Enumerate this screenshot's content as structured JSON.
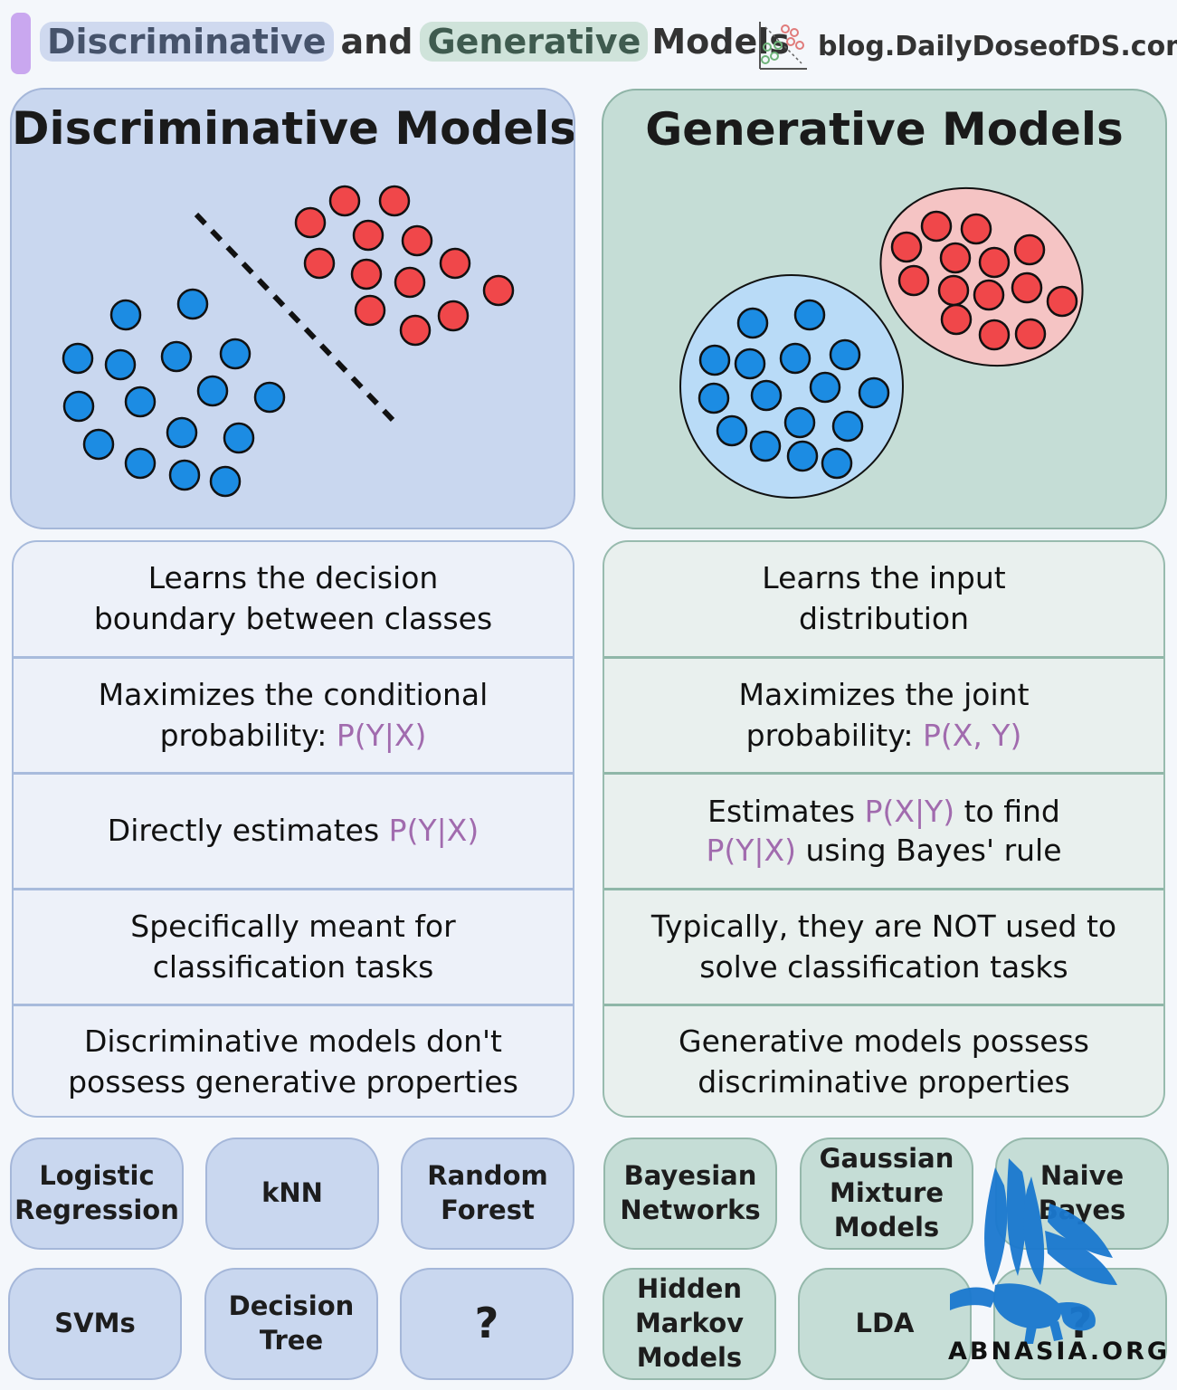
{
  "header": {
    "title_word1": "Discriminative",
    "title_and": "and",
    "title_word2": "Generative",
    "title_models": "Models",
    "blog_url": "blog.DailyDoseofDS.com"
  },
  "panels": {
    "discriminative_title": "Discriminative Models",
    "generative_title": "Generative Models"
  },
  "colors": {
    "class_blue": "#1c8ce3",
    "class_red": "#f0474a",
    "disc_panel": "#c9d7ef",
    "gen_panel": "#c5ddd6",
    "probability_text": "#a16bae"
  },
  "discriminative_rows": [
    {
      "text": "Learns the decision boundary between classes"
    },
    {
      "pre": "Maximizes the conditional probability: ",
      "prob": "P(Y|X)"
    },
    {
      "pre": "Directly estimates ",
      "prob": "P(Y|X)"
    },
    {
      "text": "Specifically meant for classification tasks"
    },
    {
      "text": "Discriminative models don't possess generative properties"
    }
  ],
  "generative_rows": [
    {
      "text": "Learns the input distribution"
    },
    {
      "pre": "Maximizes the joint probability: ",
      "prob": "P(X, Y)"
    },
    {
      "pre": "Estimates ",
      "prob": "P(X|Y)",
      "mid": " to find ",
      "prob2": "P(Y|X)",
      "post": " using Bayes' rule"
    },
    {
      "text": "Typically, they are NOT used to solve classification tasks"
    },
    {
      "text": "Generative models possess discriminative properties"
    }
  ],
  "discriminative_examples": [
    "Logistic Regression",
    "kNN",
    "Random Forest",
    "SVMs",
    "Decision Tree",
    "?"
  ],
  "generative_examples": [
    "Bayesian Networks",
    "Gaussian Mixture Models",
    "Naive Bayes",
    "Hidden Markov Models",
    "LDA",
    "?"
  ],
  "watermark": {
    "text": "ABNASIA.ORG"
  }
}
